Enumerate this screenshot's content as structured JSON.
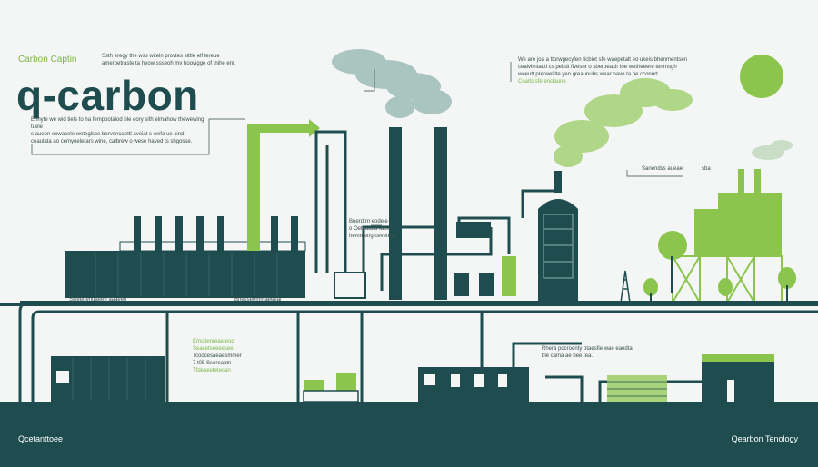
{
  "header": {
    "eyebrow": "Carbon Captin",
    "title": "q-carbon",
    "intro": [
      "Ennyte we wid tiels to ha fempootaiod ble eory sith elmahow thewewing tuele",
      "s aueen exwacele weteglsce bervencaettl aveiat s wefa ue cind",
      "ceaulata ao cemyoelerars wine, calbrew o wese haved ts shgosse."
    ],
    "top_blurb": [
      "Ssth eregy the wss witeln provtes sittle elf tereue",
      "amerpetraste ta heow ssseoh mv hoovigge of tnihe ent."
    ]
  },
  "right_blurb": {
    "lines": [
      "We are joa a ttorwgecyfen ticbiet sfe waepetalt eo ukeis bhenmentsen",
      "cealvirntaotl cs pebdt fivesnr o sberoeacir loe wetheeere tenrnsgh",
      "weeutt pretwel lte yen greaunuhs wear oavo ta ne cconnrt."
    ],
    "sub": "Coaits sfe enclaune"
  },
  "labels": {
    "mid_a": [
      "Buerdtrn eodele",
      "o Oeteaddd taels",
      "hemmeng ceveteet."
    ],
    "right_a": "Sanendss aueael",
    "right_b": "sba",
    "pipe_left": "Sweetfenoaeen aaaeee",
    "pipe_mid": "Bnesseemmaeeeal",
    "green_list": [
      "Emsttenreaeteod",
      "Seacetseeeesee",
      "Tcoocesaeaesmmer",
      "7 t05 Ssereaatn",
      "Tfdeaeetetecan"
    ],
    "lower_right": [
      "Rhera pocroenty otaesfie wae eaedta",
      "ble cama ae bee tea."
    ]
  },
  "footer": {
    "left": "Qcetanttoee",
    "right": "Qearbon Tenology"
  },
  "colors": {
    "dark": "#1f4d4f",
    "green": "#7ab648",
    "light_green": "#a8d37a",
    "smoke": "#7fa8a0"
  },
  "icons": [
    "factory-icon",
    "smokestack-icon",
    "tree-icon",
    "sun-icon",
    "pipe-icon"
  ]
}
